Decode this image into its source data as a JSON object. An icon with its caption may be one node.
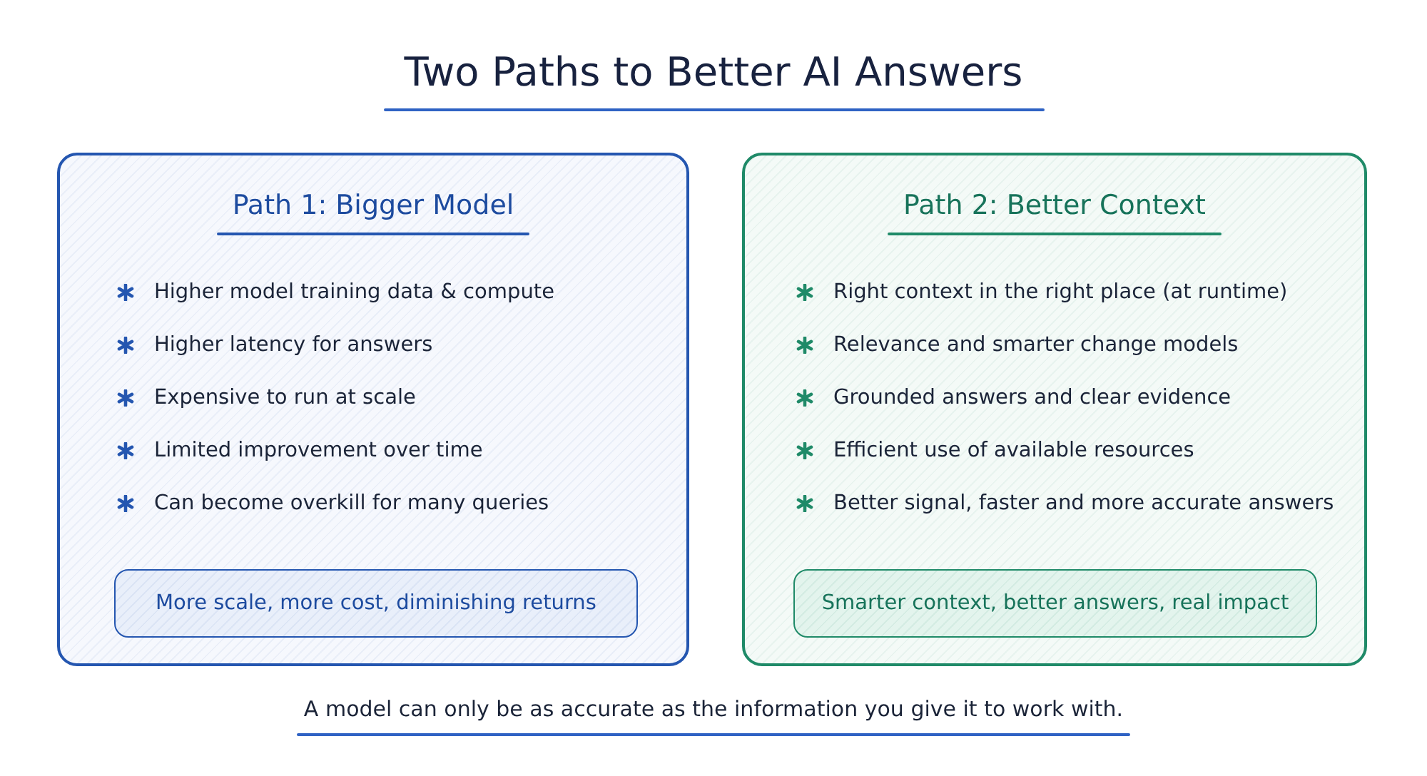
{
  "diagram": {
    "title": "Two Paths to Better AI Answers",
    "caption": "A model can only be as accurate as the information you give it to work with.",
    "nodes": [
      {
        "text": [
          "Path 1: Bigger Model",
          "Higher model training data & compute",
          "Higher latency for answers",
          "Expensive to run at scale",
          "Limited improvement over time",
          "Can become overkill for many queries"
        ]
      },
      {
        "text": [
          "More scale, more cost, diminishing returns"
        ],
        "in": 0
      },
      {
        "text": [
          "Path 2: Better Context",
          "Right context in the right place (at runtime)",
          "Relevance and smarter change models",
          "Grounded answers and clear evidence",
          "Efficient use of available resources",
          "Better signal, faster and more accurate answers"
        ]
      },
      {
        "text": [
          "Smarter context, better answers, real impact"
        ],
        "in": 2
      }
    ]
  }
}
